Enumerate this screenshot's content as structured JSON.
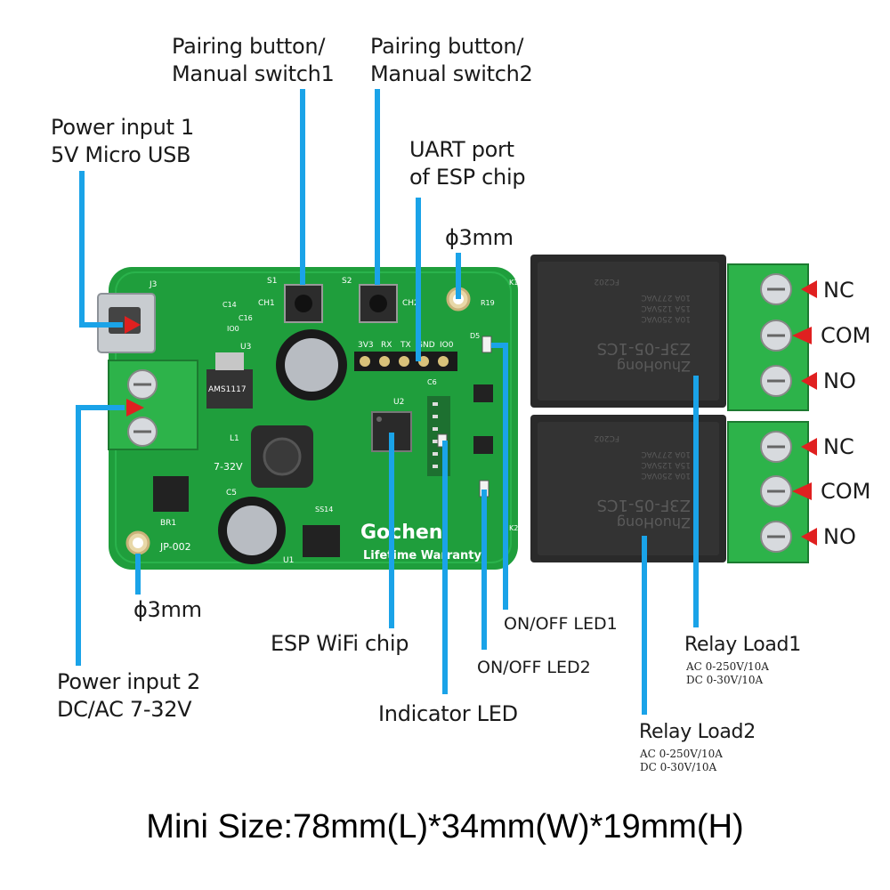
{
  "labels": {
    "pair1_l1": "Pairing button/",
    "pair1_l2": "Manual switch1",
    "pair2_l1": "Pairing button/",
    "pair2_l2": "Manual switch2",
    "power1_l1": "Power input 1",
    "power1_l2": "5V Micro USB",
    "uart_l1": "UART port",
    "uart_l2": "of ESP chip",
    "hole_top": "ɸ3mm",
    "hole_bottom": "ɸ3mm",
    "esp": "ESP WiFi chip",
    "led1": "ON/OFF LED1",
    "led2": "ON/OFF LED2",
    "indicator": "Indicator LED",
    "power2_l1": "Power input 2",
    "power2_l2": "DC/AC 7-32V",
    "relay1": "Relay Load1",
    "relay1_ac": "AC 0-250V/10A",
    "relay1_dc": "DC 0-30V/10A",
    "relay2": "Relay Load2",
    "relay2_ac": "AC 0-250V/10A",
    "relay2_dc": "DC 0-30V/10A"
  },
  "terminals": {
    "r1_nc": "NC",
    "r1_com": "COM",
    "r1_no": "NO",
    "r2_nc": "NC",
    "r2_com": "COM",
    "r2_no": "NO"
  },
  "board": {
    "brand": "Gochen",
    "warranty": "Lifetime Warranty",
    "model": "JP-002",
    "relay_brand": "ZhuoHong",
    "relay_model": "Z3F-05-1CS",
    "relay_rating1": "10A 250VAC",
    "relay_rating2": "15A 125VAC",
    "relay_rating3": "10A 277VAC",
    "relay_code": "FC202",
    "ldo": "AMS1117",
    "uart_pins": [
      "3V3",
      "RX",
      "TX",
      "GND",
      "IO0"
    ],
    "input_range": "7-32V",
    "silk_refs": [
      "J3",
      "S1",
      "S2",
      "CH1",
      "CH2",
      "C14",
      "C16",
      "IO0",
      "L1",
      "U1",
      "U2",
      "U3",
      "BR1",
      "C5",
      "C6",
      "R19",
      "D5",
      "K1",
      "K2",
      "SS14"
    ]
  },
  "footer": "Mini Size:78mm(L)*34mm(W)*19mm(H)",
  "colors": {
    "pcb": "#1f9e3c",
    "pcb_dark": "#178231",
    "leader": "#1aa3e8",
    "arrow": "#e02020",
    "relay": "#2a2a2a",
    "terminal_block": "#2db34a"
  }
}
